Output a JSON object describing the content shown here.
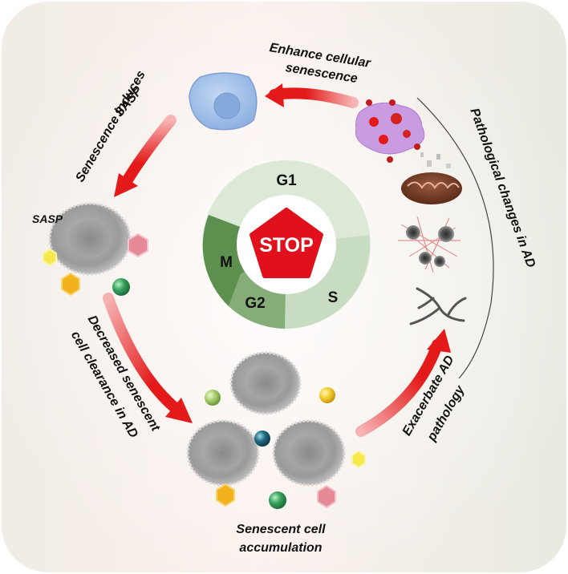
{
  "labels": {
    "enhance_1": "Enhance cellular",
    "enhance_2": "senescence",
    "sasp_induce_1": "Senescence induces",
    "sasp_induce_2": "SASP",
    "sasp": "SASP",
    "pathology_1": "Pathological changes in AD",
    "decreased_1": "Decreased senescent",
    "decreased_2": "cell clearance in AD",
    "exacerbate_1": "Exacerbate AD",
    "exacerbate_2": "pathology",
    "accum_1": "Senescent cell",
    "accum_2": "accumulation"
  },
  "cell_cycle": {
    "phases": [
      "G1",
      "S",
      "G2",
      "M"
    ],
    "center": "STOP"
  },
  "colors": {
    "arrow": "#e41a1a",
    "stop": "#e0101c",
    "g1": "#dbe9d6",
    "s": "#c7dcc0",
    "g2": "#86ad78",
    "m": "#5d8f4f",
    "cell_blue": "#9dbde8",
    "sasp_yellow": "#f5d533",
    "sasp_orange": "#f2b21c",
    "sasp_green": "#3aa35e",
    "sasp_pink": "#e68a98",
    "sasp_teal": "#1f6c84"
  }
}
